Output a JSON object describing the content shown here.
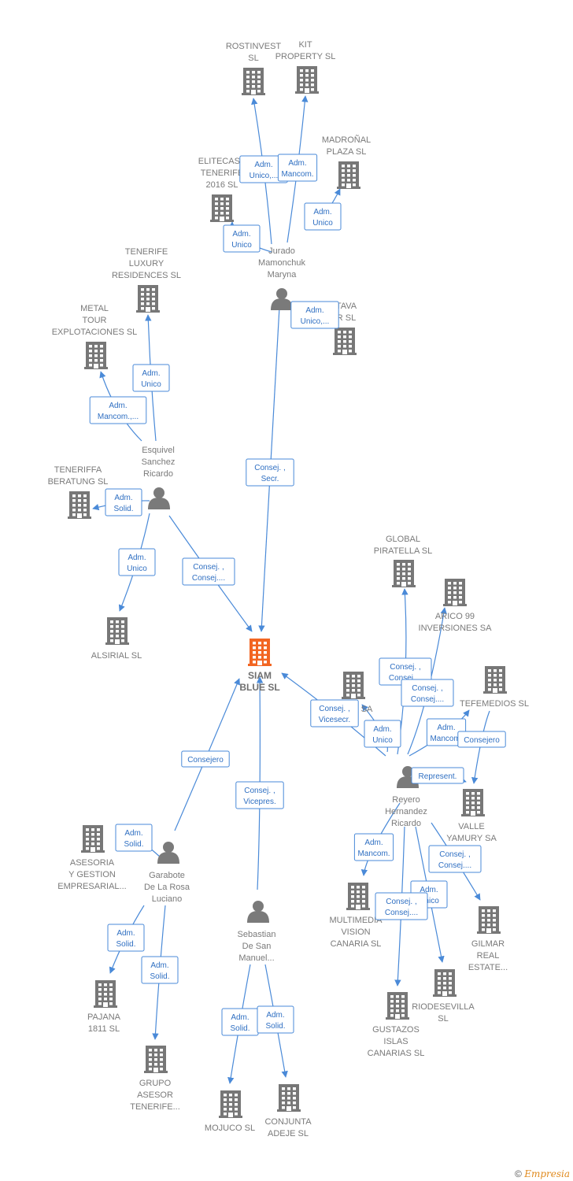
{
  "colors": {
    "building": "#777777",
    "main_building": "#f26522",
    "person": "#7a7a7a",
    "edge": "#4a8ad8",
    "edge_text": "#2f6fc2",
    "label": "#7a7a7a"
  },
  "diagram": {
    "nodes": [
      {
        "id": "siam",
        "type": "company",
        "main": true,
        "label": [
          "SIAM",
          "BLUE  SL"
        ]
      },
      {
        "id": "rostinvest",
        "type": "company",
        "label": [
          "ROSTINVEST",
          "SL"
        ]
      },
      {
        "id": "kit",
        "type": "company",
        "label": [
          "KIT",
          "PROPERTY SL"
        ]
      },
      {
        "id": "madronal",
        "type": "company",
        "label": [
          "MADROÑAL",
          "PLAZA  SL"
        ]
      },
      {
        "id": "elitecasa",
        "type": "company",
        "label": [
          "ELITECASA",
          "TENERIFE",
          "2016  SL"
        ]
      },
      {
        "id": "jurado",
        "type": "person",
        "label": [
          "Jurado",
          "Mamonchuk",
          "Maryna"
        ]
      },
      {
        "id": "tava",
        "type": "company",
        "label": [
          "TAVA",
          "R  SL"
        ]
      },
      {
        "id": "tenlux",
        "type": "company",
        "label": [
          "TENERIFE",
          "LUXURY",
          "RESIDENCES SL"
        ]
      },
      {
        "id": "metal",
        "type": "company",
        "label": [
          "METAL",
          "TOUR",
          "EXPLOTACIONES SL"
        ]
      },
      {
        "id": "esquivel",
        "type": "person",
        "label": [
          "Esquivel",
          "Sanchez",
          "Ricardo"
        ]
      },
      {
        "id": "teneriffa",
        "type": "company",
        "label": [
          "TENERIFFA",
          "BERATUNG SL"
        ]
      },
      {
        "id": "alsirial",
        "type": "company",
        "label": [
          "ALSIRIAL  SL"
        ]
      },
      {
        "id": "global",
        "type": "company",
        "label": [
          "GLOBAL",
          "PIRATELLA SL"
        ]
      },
      {
        "id": "arico",
        "type": "company",
        "label": [
          "ARICO 99",
          "INVERSIONES SA"
        ]
      },
      {
        "id": "tefemedios",
        "type": "company",
        "label": [
          "TEFEMEDIOS SL"
        ]
      },
      {
        "id": "sa_node",
        "type": "company",
        "label": [
          "SA"
        ]
      },
      {
        "id": "reyero",
        "type": "person",
        "label": [
          "Reyero",
          "Hernandez",
          "Ricardo"
        ]
      },
      {
        "id": "valle",
        "type": "company",
        "label": [
          "VALLE",
          "YAMURY SA"
        ]
      },
      {
        "id": "multimedia",
        "type": "company",
        "label": [
          "MULTIMEDIA",
          "VISION",
          "CANARIA SL"
        ]
      },
      {
        "id": "gilmar",
        "type": "company",
        "label": [
          "GILMAR",
          "REAL",
          "ESTATE..."
        ]
      },
      {
        "id": "riodesevilla",
        "type": "company",
        "label": [
          "RIODESEVILLA",
          "SL"
        ]
      },
      {
        "id": "gustazos",
        "type": "company",
        "label": [
          "GUSTAZOS",
          "ISLAS",
          "CANARIAS  SL"
        ]
      },
      {
        "id": "asesoria",
        "type": "company",
        "label": [
          "ASESORIA",
          "Y GESTION",
          "EMPRESARIAL..."
        ]
      },
      {
        "id": "garabote",
        "type": "person",
        "label": [
          "Garabote",
          "De La Rosa",
          "Luciano"
        ]
      },
      {
        "id": "sebastian",
        "type": "person",
        "label": [
          "Sebastian",
          "De San",
          "Manuel..."
        ]
      },
      {
        "id": "pajana",
        "type": "company",
        "label": [
          "PAJANA",
          "1811  SL"
        ]
      },
      {
        "id": "grupo",
        "type": "company",
        "label": [
          "GRUPO",
          "ASESOR",
          "TENERIFE..."
        ]
      },
      {
        "id": "mojuco",
        "type": "company",
        "label": [
          "MOJUCO SL"
        ]
      },
      {
        "id": "conjunta",
        "type": "company",
        "label": [
          "CONJUNTA",
          "ADEJE  SL"
        ]
      }
    ],
    "edges": [
      {
        "from": "jurado",
        "to": "rostinvest",
        "label": [
          "Adm.",
          "Unico,..."
        ]
      },
      {
        "from": "jurado",
        "to": "kit",
        "label": [
          "Adm.",
          "Mancom."
        ]
      },
      {
        "from": "jurado",
        "to": "madronal",
        "label": [
          "Adm.",
          "Unico"
        ]
      },
      {
        "from": "jurado",
        "to": "elitecasa",
        "label": [
          "Adm.",
          "Unico"
        ]
      },
      {
        "from": "jurado",
        "to": "tava",
        "label": [
          "Adm.",
          "Unico,..."
        ]
      },
      {
        "from": "jurado",
        "to": "siam",
        "label": [
          "Consej. ,",
          "Secr."
        ]
      },
      {
        "from": "esquivel",
        "to": "tenlux",
        "label": [
          "Adm.",
          "Unico"
        ]
      },
      {
        "from": "esquivel",
        "to": "metal",
        "label": [
          "Adm.",
          "Mancom.,..."
        ]
      },
      {
        "from": "esquivel",
        "to": "teneriffa",
        "label": [
          "Adm.",
          "Solid."
        ]
      },
      {
        "from": "esquivel",
        "to": "alsirial",
        "label": [
          "Adm.",
          "Unico"
        ]
      },
      {
        "from": "esquivel",
        "to": "siam",
        "label": [
          "Consej. ,",
          "Consej...."
        ]
      },
      {
        "from": "reyero",
        "to": "siam",
        "label": [
          "Consej. ,",
          "Vicesecr."
        ]
      },
      {
        "from": "reyero",
        "to": "global",
        "label": [
          "Consej. ,",
          "Consej...."
        ]
      },
      {
        "from": "reyero",
        "to": "arico",
        "label": [
          "Consej. ,",
          "Consej...."
        ]
      },
      {
        "from": "reyero",
        "to": "sa_node",
        "label": [
          "Adm.",
          "Unico"
        ]
      },
      {
        "from": "reyero",
        "to": "tefemedios",
        "label": [
          "Adm.",
          "Mancom."
        ]
      },
      {
        "from": "reyero",
        "to": "valle",
        "label": [
          "Consejero"
        ]
      },
      {
        "from": "reyero",
        "to": "valle",
        "label": [
          "Represent."
        ]
      },
      {
        "from": "reyero",
        "to": "multimedia",
        "label": [
          "Adm.",
          "Mancom."
        ]
      },
      {
        "from": "reyero",
        "to": "gilmar",
        "label": [
          "Consej. ,",
          "Consej...."
        ]
      },
      {
        "from": "reyero",
        "to": "riodesevilla",
        "label": [
          "Adm.",
          "Unico"
        ]
      },
      {
        "from": "reyero",
        "to": "gustazos",
        "label": [
          "Consej. ,",
          "Consej...."
        ]
      },
      {
        "from": "garabote",
        "to": "siam",
        "label": [
          "Consejero"
        ]
      },
      {
        "from": "garabote",
        "to": "asesoria",
        "label": [
          "Adm.",
          "Solid."
        ]
      },
      {
        "from": "garabote",
        "to": "pajana",
        "label": [
          "Adm.",
          "Solid."
        ]
      },
      {
        "from": "garabote",
        "to": "grupo",
        "label": [
          "Adm.",
          "Solid."
        ]
      },
      {
        "from": "sebastian",
        "to": "siam",
        "label": [
          "Consej. ,",
          "Vicepres."
        ]
      },
      {
        "from": "sebastian",
        "to": "mojuco",
        "label": [
          "Adm.",
          "Solid."
        ]
      },
      {
        "from": "sebastian",
        "to": "conjunta",
        "label": [
          "Adm.",
          "Solid."
        ]
      }
    ]
  },
  "footer": {
    "copyright": "©",
    "brand": "Empresia"
  }
}
